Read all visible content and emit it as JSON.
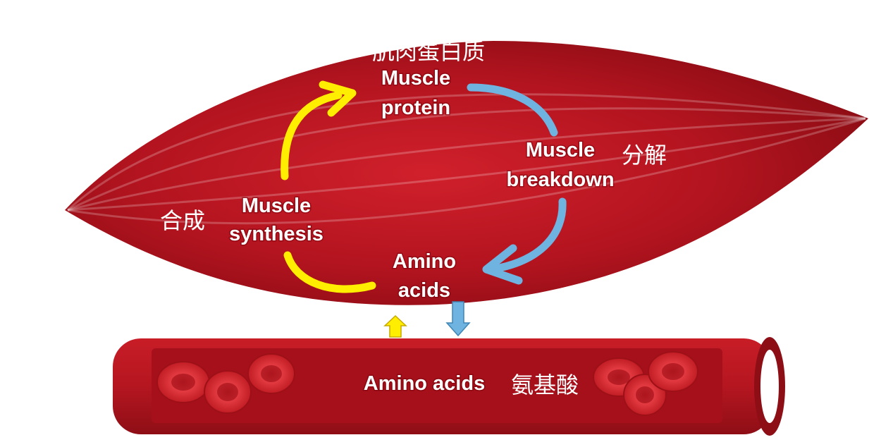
{
  "labels": {
    "muscle_protein": {
      "en_line1": "Muscle",
      "en_line2": "protein",
      "zh": "肌肉蛋白质"
    },
    "muscle_breakdown": {
      "en_line1": "Muscle",
      "en_line2": "breakdown",
      "zh": "分解"
    },
    "muscle_synthesis": {
      "en_line1": "Muscle",
      "en_line2": "synthesis",
      "zh": "合成"
    },
    "amino_acids_muscle": {
      "en_line1": "Amino",
      "en_line2": "acids"
    },
    "amino_acids_blood": {
      "en": "Amino acids",
      "zh": "氨基酸"
    }
  },
  "colors": {
    "muscle": "#b3141f",
    "muscle_dark": "#8c0c14",
    "synthesis_arrow": "#ffee00",
    "breakdown_arrow": "#6fb3e0",
    "vessel": "#b51620",
    "vessel_lumen": "#a5101a",
    "blood_cell": "#d8262e"
  }
}
